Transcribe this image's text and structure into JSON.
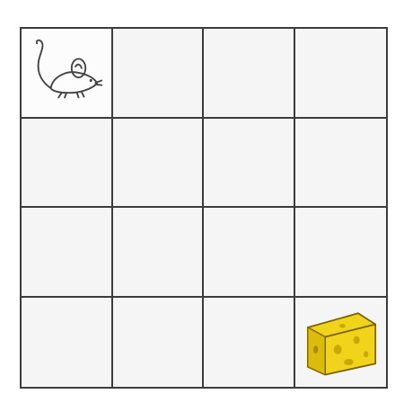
{
  "grid": {
    "rows": 4,
    "cols": 4,
    "mouse": {
      "row": 0,
      "col": 0,
      "icon": "mouse-icon"
    },
    "cheese": {
      "row": 3,
      "col": 3,
      "icon": "cheese-icon"
    }
  },
  "colors": {
    "grid_line": "#3c3c3c",
    "cell_fill": "#f5f5f5",
    "cheese_fill": "#f2d31b",
    "cheese_shadow": "#c9a800",
    "mouse_line": "#444444"
  }
}
